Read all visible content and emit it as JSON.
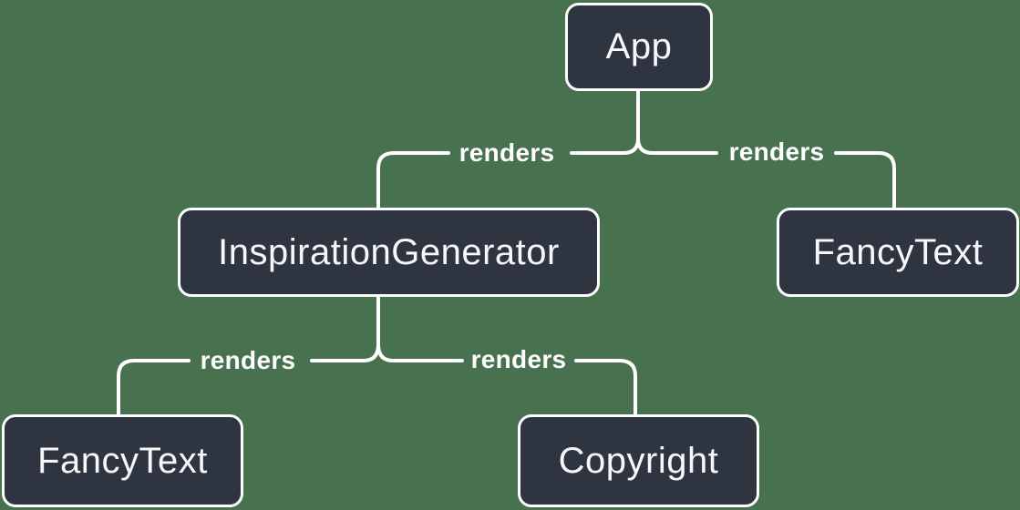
{
  "diagram": {
    "type": "render-tree",
    "colors": {
      "background": "#48714F",
      "node_fill": "#2E3540",
      "node_border": "#FFFFFF",
      "node_text": "#F6F7F9",
      "line": "#FFFFFF",
      "edge_label_text": "#FFFFFF"
    },
    "nodes": [
      {
        "id": "app",
        "label": "App"
      },
      {
        "id": "inspiration-generator",
        "label": "InspirationGenerator"
      },
      {
        "id": "fancy-text-right",
        "label": "FancyText"
      },
      {
        "id": "fancy-text-bottom",
        "label": "FancyText"
      },
      {
        "id": "copyright",
        "label": "Copyright"
      }
    ],
    "edges": [
      {
        "from": "App",
        "to": "InspirationGenerator",
        "label": "renders"
      },
      {
        "from": "App",
        "to": "FancyText",
        "label": "renders"
      },
      {
        "from": "InspirationGenerator",
        "to": "FancyText",
        "label": "renders"
      },
      {
        "from": "InspirationGenerator",
        "to": "Copyright",
        "label": "renders"
      }
    ]
  }
}
